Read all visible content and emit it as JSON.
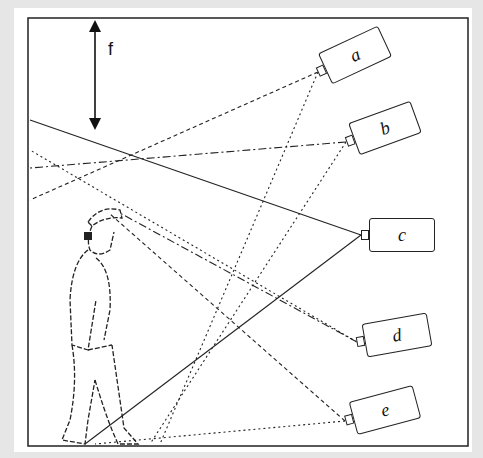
{
  "diagram": {
    "nodes": [
      {
        "text": [
          "a"
        ]
      },
      {
        "text": [
          "b"
        ]
      },
      {
        "text": [
          "c"
        ]
      },
      {
        "text": [
          "d"
        ]
      },
      {
        "text": [
          "e"
        ]
      }
    ],
    "labels": [
      "f"
    ]
  }
}
